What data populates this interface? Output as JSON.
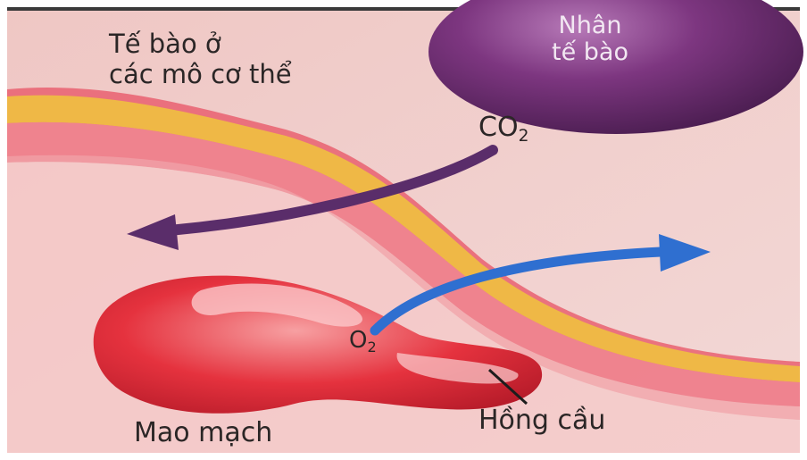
{
  "labels": {
    "tissue_cells_line1": "Tế bào ở",
    "tissue_cells_line2": "các mô cơ thể",
    "nucleus_line1": "Nhân",
    "nucleus_line2": "tế bào",
    "co2_base": "CO",
    "co2_sub": "2",
    "o2_base": "O",
    "o2_sub": "2",
    "red_blood_cell": "Hồng cầu",
    "capillary": "Mao mạch"
  },
  "colors": {
    "tissue_background": "#f0d0d0",
    "vessel_wall_outer": "#e96070",
    "vessel_wall_yellow": "#f0c040",
    "nucleus": "#6a2a6e",
    "co2_arrow": "#5a2d6a",
    "o2_arrow": "#2f6fd0",
    "red_blood_cell": "#e5323e"
  }
}
